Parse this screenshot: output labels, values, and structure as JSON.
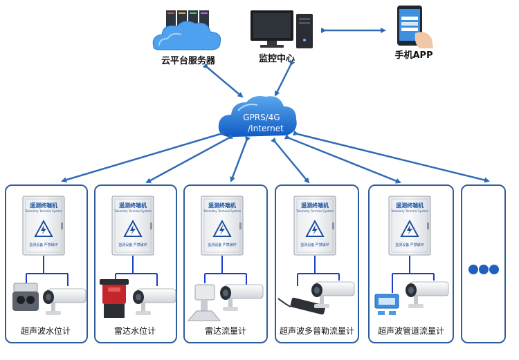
{
  "top_nodes": {
    "cloud_server": {
      "label": "云平台服务器",
      "icon": "cloud-server-icon"
    },
    "monitor_center": {
      "label": "监控中心",
      "icon": "desktop-computer-icon"
    },
    "mobile_app": {
      "label": "手机APP",
      "icon": "smartphone-icon"
    }
  },
  "network": {
    "line1": "GPRS/4G",
    "line2": "/Internet",
    "icon": "network-cloud-icon"
  },
  "cabinet": {
    "title": "遥测终端机",
    "subtitle": "Telemetry Terminal System",
    "footer": "监测设备  严禁破坏"
  },
  "stations": [
    {
      "label": "超声波水位计",
      "sensor_icon": "ultrasonic-level-sensor-icon"
    },
    {
      "label": "雷达水位计",
      "sensor_icon": "radar-level-sensor-icon"
    },
    {
      "label": "雷达流量计",
      "sensor_icon": "radar-flow-meter-icon"
    },
    {
      "label": "超声波多普勒流量计",
      "sensor_icon": "doppler-flow-meter-icon"
    },
    {
      "label": "超声波管道流量计",
      "sensor_icon": "pipe-flow-meter-icon"
    }
  ],
  "more_panel": {
    "icon": "more-dots-icon"
  },
  "colors": {
    "border": "#2f5d9b",
    "arrow": "#2f6bb5",
    "cloud": "#1f6fd1",
    "wire": "#1a3cc8"
  }
}
